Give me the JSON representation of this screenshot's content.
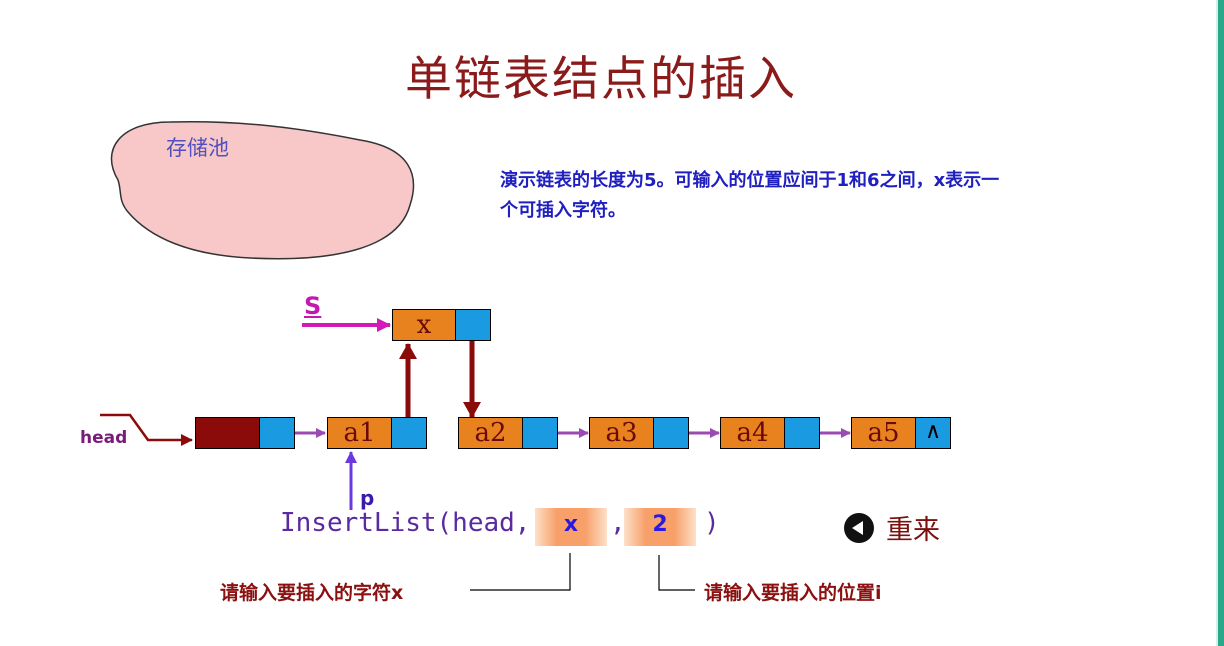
{
  "title": "单链表结点的插入",
  "pool_label": "存储池",
  "description": "演示链表的长度为5。可输入的位置应间于1和6之间，x表示一个可插入字符。",
  "labels": {
    "s": "S",
    "head": "head",
    "p": "p"
  },
  "new_node": {
    "data": "x"
  },
  "list_nodes": [
    "a1",
    "a2",
    "a3",
    "a4",
    "a5"
  ],
  "null_symbol": "∧",
  "call": {
    "prefix": "InsertList(head,",
    "arg_char": "x",
    "separator": ",",
    "arg_pos": "2",
    "suffix": ")"
  },
  "hints": {
    "char": "请输入要插入的字符x",
    "pos": "请输入要插入的位置i"
  },
  "restart_label": "重来",
  "colors": {
    "title": "#8b1a1a",
    "data_field": "#e8821e",
    "pointer_field": "#1a9ae0",
    "arrow_red": "#8b0a0a",
    "arrow_purple": "#9a4ab0"
  }
}
